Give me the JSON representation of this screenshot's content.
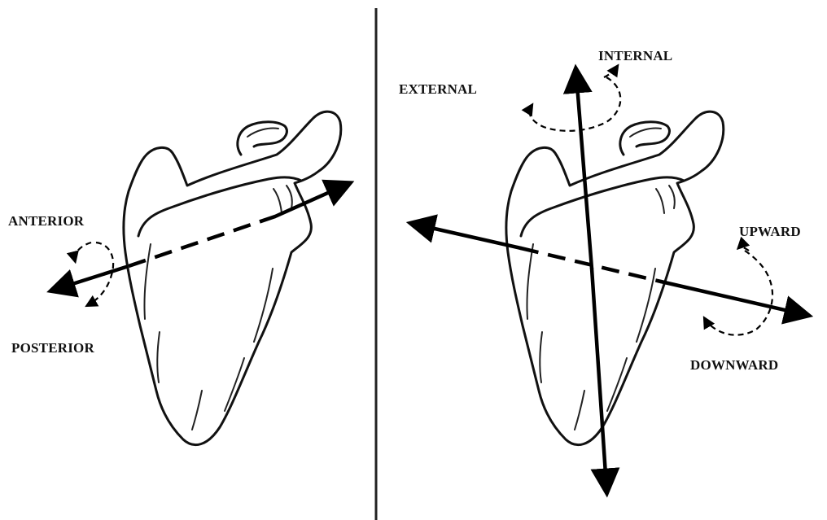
{
  "left_panel": {
    "labels": {
      "anterior": "ANTERIOR",
      "posterior": "POSTERIOR"
    }
  },
  "right_panel": {
    "labels": {
      "internal": "INTERNAL",
      "external": "EXTERNAL",
      "upward": "UPWARD",
      "downward": "DOWNWARD"
    }
  },
  "colors": {
    "line": "#000000",
    "background": "#ffffff"
  }
}
